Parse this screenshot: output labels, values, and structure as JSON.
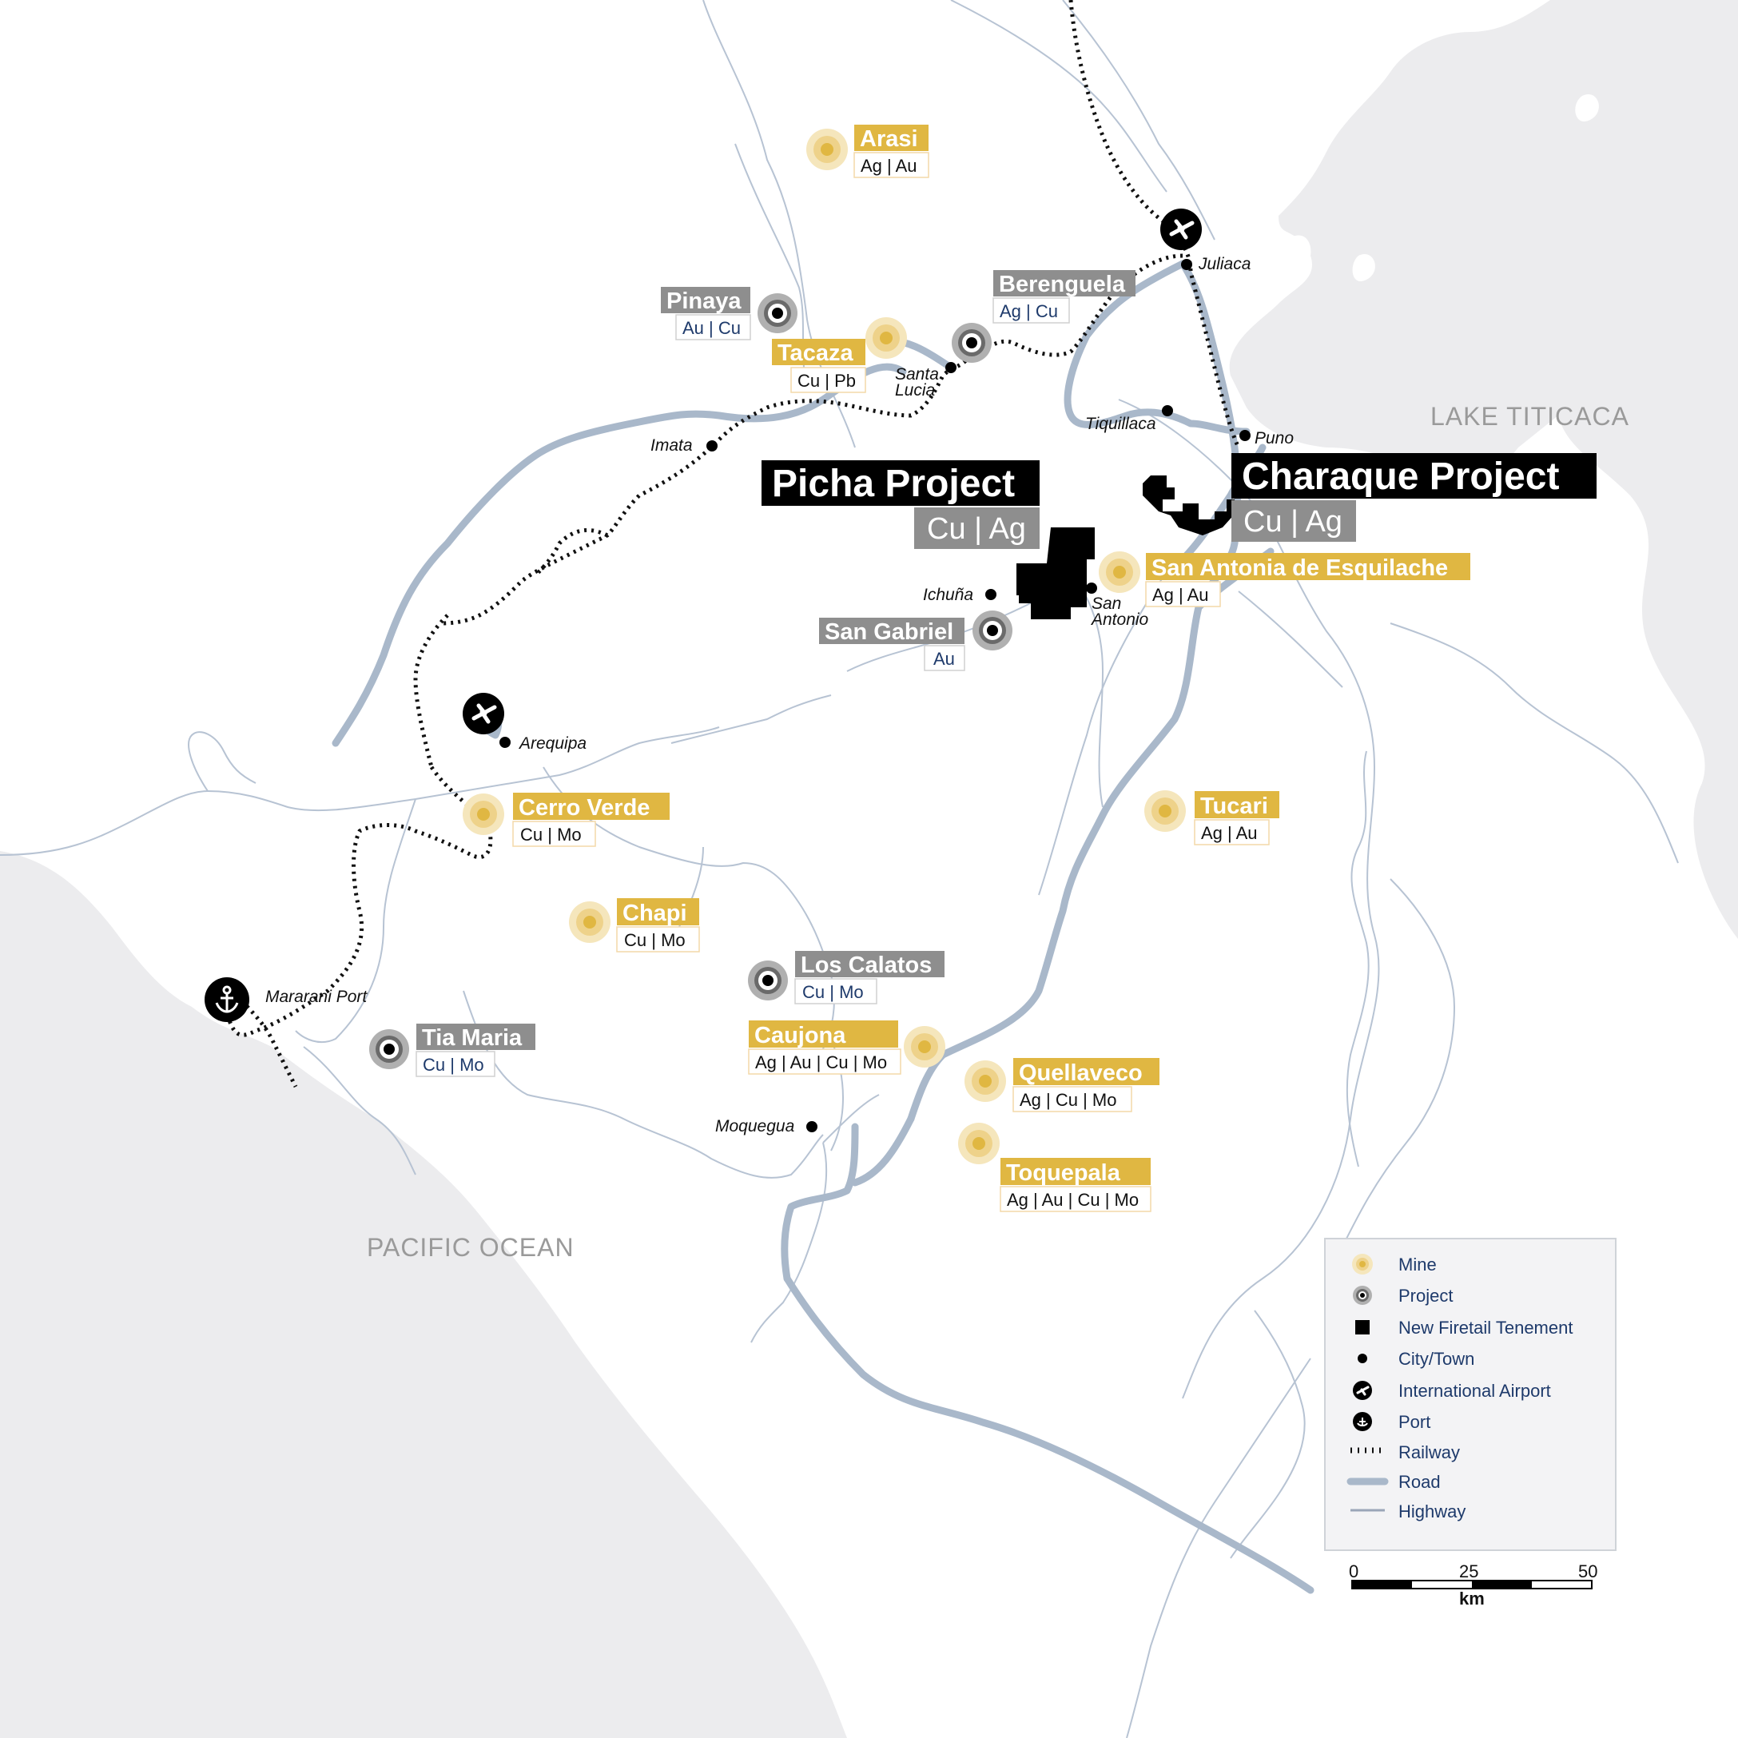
{
  "colors": {
    "water": "#ececee",
    "rivers": "#b7c3d3",
    "road": "#a9b8ca",
    "mine": "#e0b742",
    "project": "#8e8e8e",
    "black": "#000000",
    "project_commodity_text": "#1e3a6b"
  },
  "water_labels": {
    "lake": "LAKE TITICACA",
    "ocean": "PACIFIC OCEAN"
  },
  "projects": {
    "picha": {
      "name": "Picha Project",
      "commodities": "Cu | Ag"
    },
    "charaque": {
      "name": "Charaque Project",
      "commodities": "Cu | Ag"
    }
  },
  "mines": [
    {
      "name": "Arasi",
      "commodities": "Ag | Au"
    },
    {
      "name": "Tacaza",
      "commodities": "Cu | Pb"
    },
    {
      "name": "San Antonia de Esquilache",
      "commodities": "Ag | Au"
    },
    {
      "name": "Cerro Verde",
      "commodities": "Cu | Mo"
    },
    {
      "name": "Tucari",
      "commodities": "Ag | Au"
    },
    {
      "name": "Chapi",
      "commodities": "Cu | Mo"
    },
    {
      "name": "Caujona",
      "commodities": "Ag | Au | Cu | Mo"
    },
    {
      "name": "Quellaveco",
      "commodities": "Ag | Cu | Mo"
    },
    {
      "name": "Toquepala",
      "commodities": "Ag | Au | Cu | Mo"
    }
  ],
  "other_projects": [
    {
      "name": "Pinaya",
      "commodities": "Au | Cu"
    },
    {
      "name": "Berenguela",
      "commodities": "Ag | Cu"
    },
    {
      "name": "San Gabriel",
      "commodities": "Au"
    },
    {
      "name": "Los Calatos",
      "commodities": "Cu | Mo"
    },
    {
      "name": "Tia Maria",
      "commodities": "Cu | Mo"
    }
  ],
  "towns": [
    "Juliaca",
    "Puno",
    "Tiquillaca",
    "Santa",
    "Lucia",
    "Imata",
    "Ichuña",
    "San",
    "Antonio",
    "Arequipa",
    "Mararani Port",
    "Moquegua"
  ],
  "legend": {
    "items": [
      {
        "label": "Mine",
        "icon": "mine-icon"
      },
      {
        "label": "Project",
        "icon": "project-icon"
      },
      {
        "label": "New Firetail Tenement",
        "icon": "tenement-icon"
      },
      {
        "label": "City/Town",
        "icon": "city-dot-icon"
      },
      {
        "label": "International Airport",
        "icon": "airport-icon"
      },
      {
        "label": "Port",
        "icon": "anchor-icon"
      },
      {
        "label": "Railway",
        "icon": "railway-line-icon"
      },
      {
        "label": "Road",
        "icon": "road-line-icon"
      },
      {
        "label": "Highway",
        "icon": "highway-line-icon"
      }
    ]
  },
  "scale": {
    "ticks": [
      "0",
      "25",
      "50"
    ],
    "unit": "km"
  }
}
